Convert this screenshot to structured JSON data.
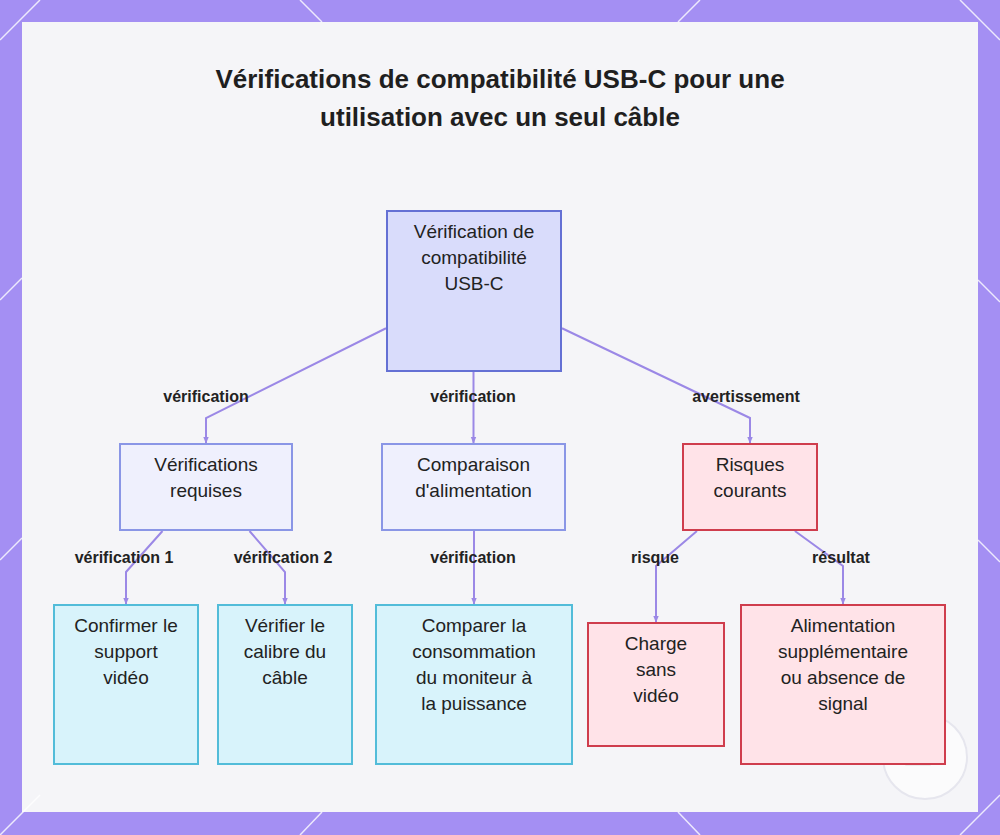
{
  "diagram": {
    "title": "Vérifications de compatibilité USB-C pour une utilisation avec un seul câble",
    "nodes": [
      {
        "text": [
          "Vérification de compatibilité USB-C"
        ]
      },
      {
        "text": [
          "Vérifications requises"
        ]
      },
      {
        "text": [
          "Comparaison d'alimentation"
        ]
      },
      {
        "text": [
          "Risques courants"
        ]
      },
      {
        "text": [
          "Confirmer le support vidéo"
        ]
      },
      {
        "text": [
          "Vérifier le calibre du câble"
        ]
      },
      {
        "text": [
          "Comparer la consommation du moniteur à la puissance"
        ]
      },
      {
        "text": [
          "Charge sans vidéo"
        ]
      },
      {
        "text": [
          "Alimentation supplémentaire ou absence de signal"
        ]
      }
    ],
    "edges": [
      {
        "from": 0,
        "to": 1,
        "label": "vérification",
        "arrow": "to"
      },
      {
        "from": 0,
        "to": 2,
        "label": "vérification",
        "arrow": "to"
      },
      {
        "from": 0,
        "to": 3,
        "label": "avertissement",
        "arrow": "to"
      },
      {
        "from": 1,
        "to": 4,
        "label": "vérification 1",
        "arrow": "to"
      },
      {
        "from": 1,
        "to": 5,
        "label": "vérification 2",
        "arrow": "to"
      },
      {
        "from": 2,
        "to": 6,
        "label": "vérification",
        "arrow": "to"
      },
      {
        "from": 3,
        "to": 7,
        "label": "risque",
        "arrow": "to"
      },
      {
        "from": 3,
        "to": 8,
        "label": "résultat",
        "arrow": "to"
      }
    ]
  }
}
